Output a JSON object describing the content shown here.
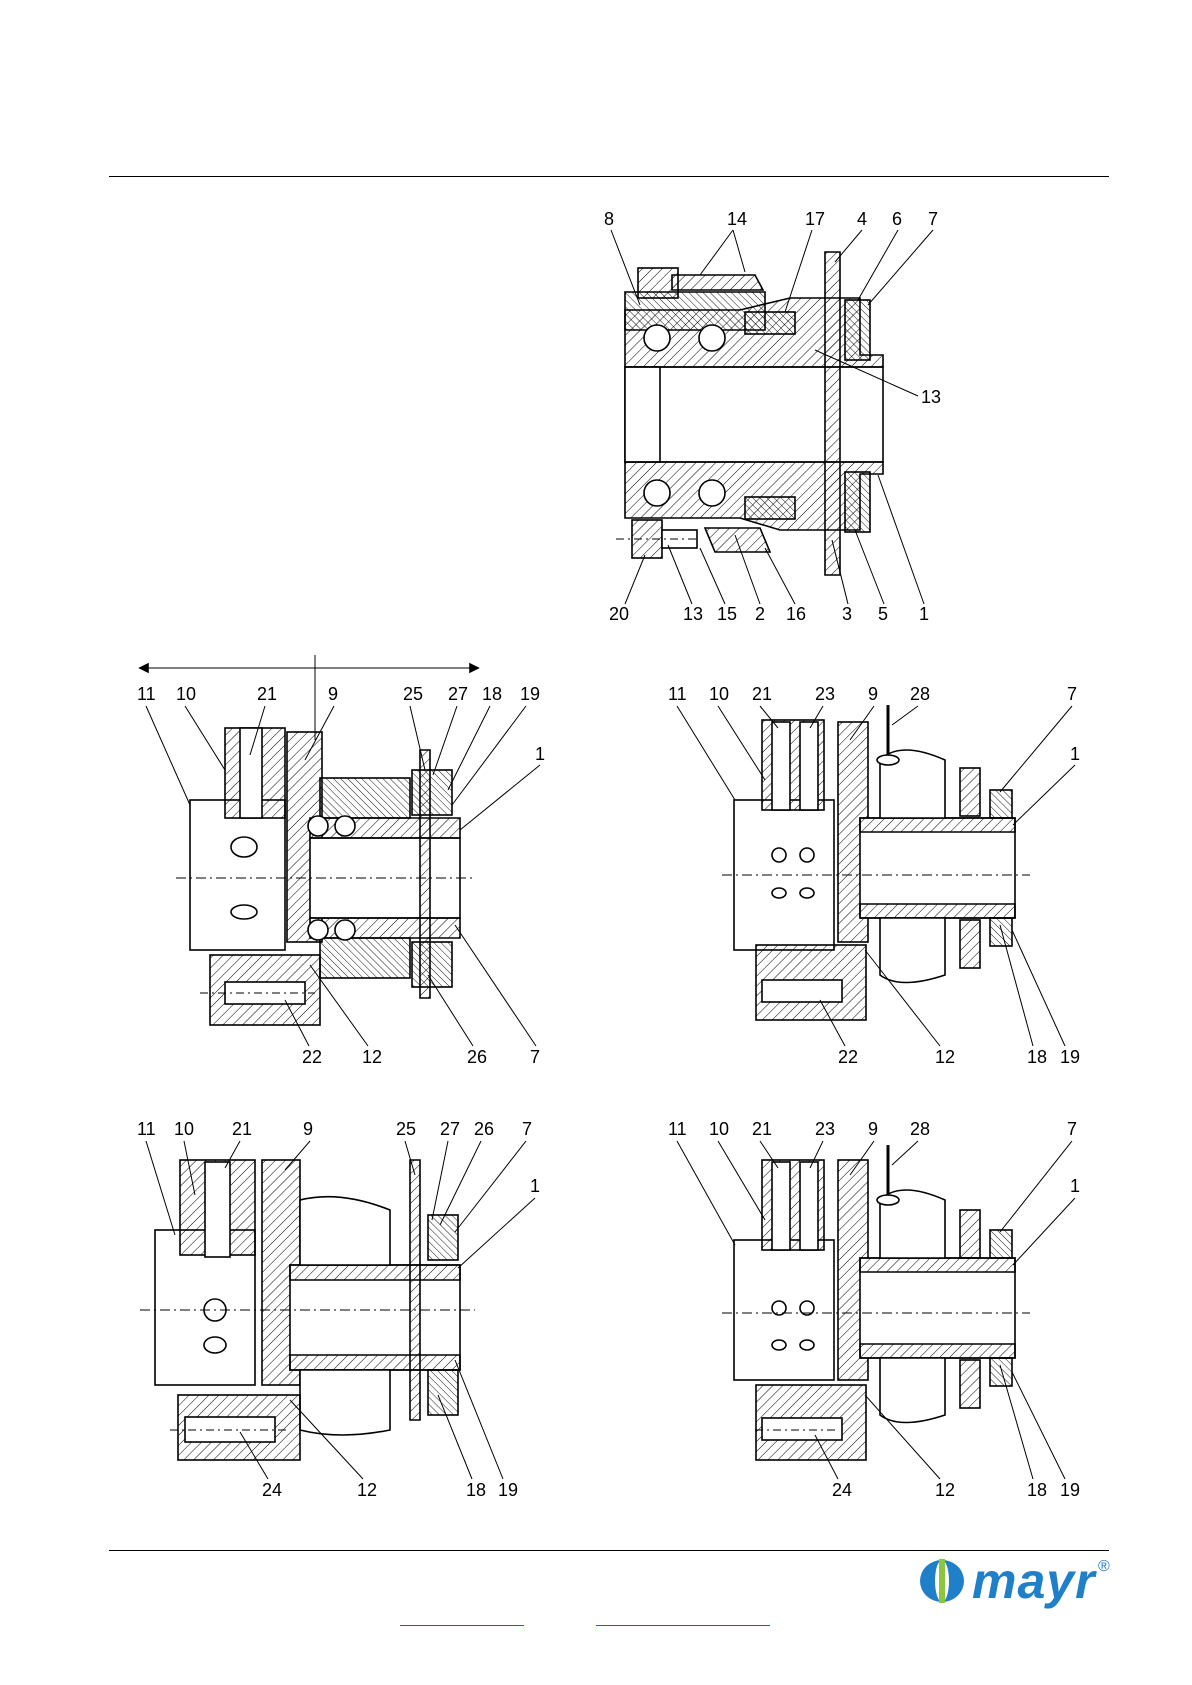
{
  "drawings": {
    "top": {
      "labels_top": [
        "8",
        "14",
        "17",
        "4",
        "6",
        "7"
      ],
      "label_right": "13",
      "labels_bottom": [
        "20",
        "13",
        "15",
        "2",
        "16",
        "3",
        "5",
        "1"
      ]
    },
    "mid_left": {
      "labels_top": [
        "11",
        "10",
        "21",
        "9",
        "25",
        "27",
        "18",
        "19",
        "1"
      ],
      "labels_bottom": [
        "22",
        "12",
        "26",
        "7"
      ]
    },
    "mid_right": {
      "labels_top": [
        "11",
        "10",
        "21",
        "23",
        "9",
        "28",
        "7",
        "1"
      ],
      "labels_bottom": [
        "22",
        "12",
        "18",
        "19"
      ]
    },
    "bot_left": {
      "labels_top": [
        "11",
        "10",
        "21",
        "9",
        "25",
        "27",
        "26",
        "7",
        "1"
      ],
      "labels_bottom": [
        "24",
        "12",
        "18",
        "19"
      ]
    },
    "bot_right": {
      "labels_top": [
        "11",
        "10",
        "21",
        "23",
        "9",
        "28",
        "7",
        "1"
      ],
      "labels_bottom": [
        "24",
        "12",
        "18",
        "19"
      ]
    }
  },
  "footer": {
    "logo_text": "mayr",
    "logo_mark": "®",
    "logo_color": "#1f7fc8",
    "link_color": "#2a55d6"
  }
}
